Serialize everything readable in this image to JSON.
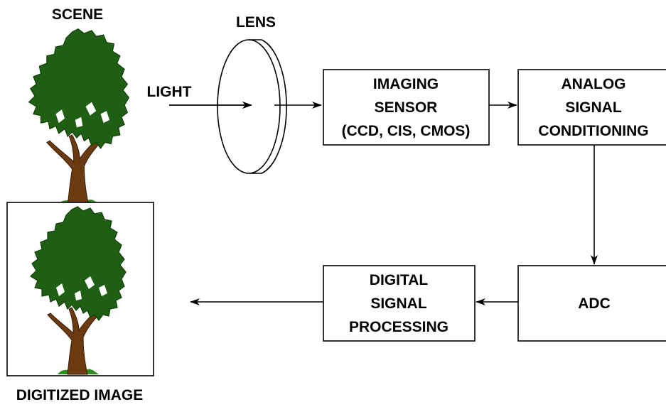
{
  "labels": {
    "scene": "SCENE",
    "lens": "LENS",
    "light": "LIGHT",
    "digitized_image": "DIGITIZED IMAGE"
  },
  "blocks": {
    "imaging_sensor": [
      "IMAGING",
      "SENSOR",
      "(CCD, CIS, CMOS)"
    ],
    "analog_conditioning": [
      "ANALOG",
      "SIGNAL",
      "CONDITIONING"
    ],
    "adc": [
      "ADC"
    ],
    "dsp": [
      "DIGITAL",
      "SIGNAL",
      "PROCESSING"
    ]
  },
  "colors": {
    "foliage": "#1f5f14",
    "foliage_dark": "#124008",
    "trunk": "#6b3a10",
    "grass": "#2e8b22",
    "stroke": "#000000"
  }
}
